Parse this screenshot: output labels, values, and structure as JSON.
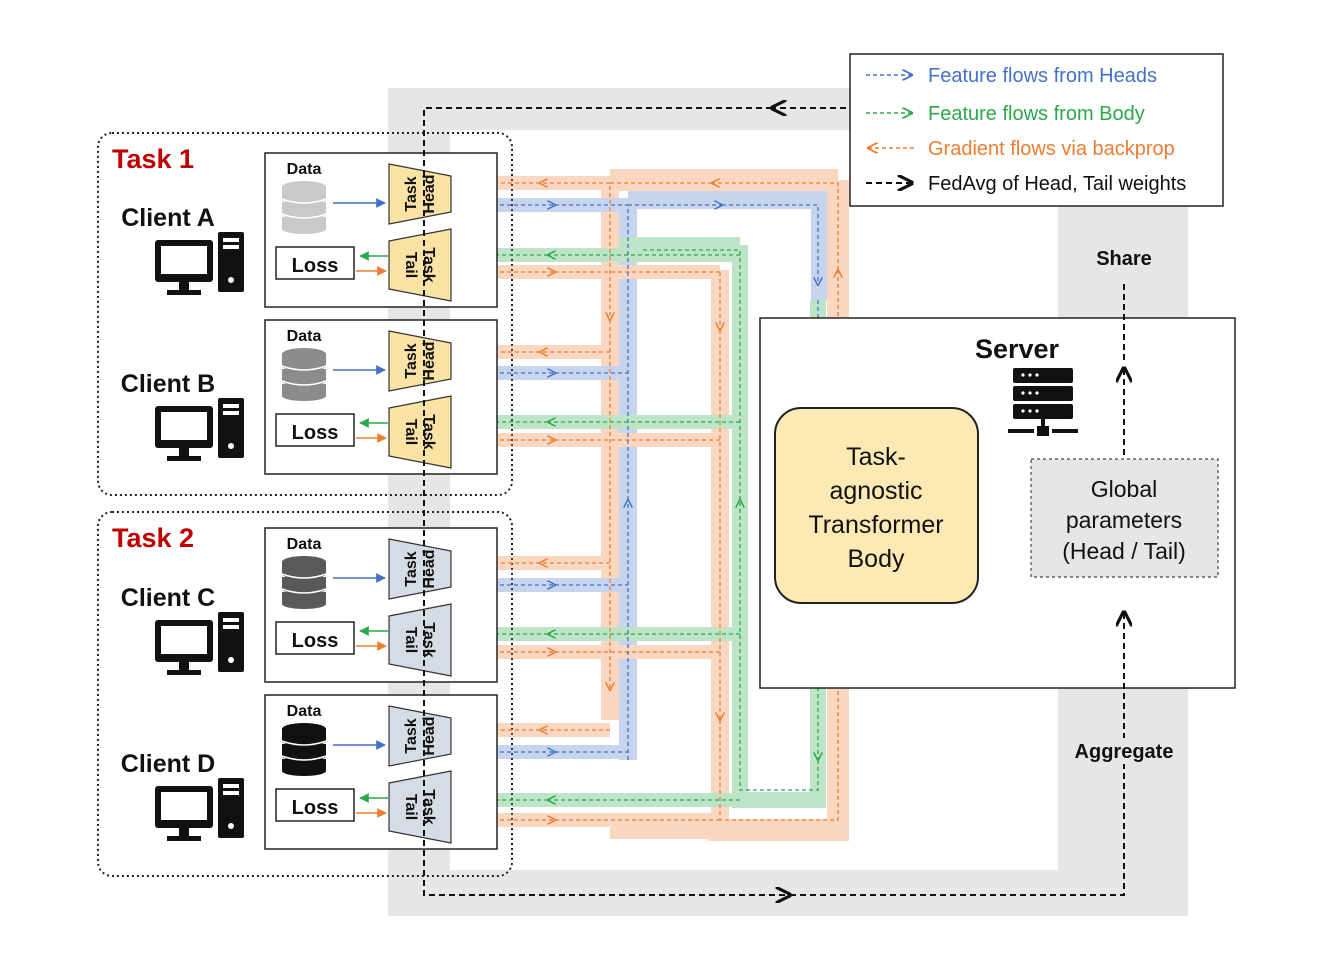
{
  "legend": {
    "items": [
      {
        "label": "Feature flows from Heads",
        "color": "#4472c4",
        "style": "dashed"
      },
      {
        "label": "Feature flows from Body",
        "color": "#2ca84a",
        "style": "dashed"
      },
      {
        "label": "Gradient flows via backprop",
        "color": "#ed7d31",
        "style": "dashed"
      },
      {
        "label": "FedAvg of Head, Tail weights",
        "color": "#111111",
        "style": "dashed-bold"
      }
    ]
  },
  "tasks": [
    {
      "label": "Task 1",
      "color": "#c00000",
      "block_color": "#fbe3a6"
    },
    {
      "label": "Task 2",
      "color": "#c00000",
      "block_color": "#d6dce6"
    }
  ],
  "clients": [
    {
      "name": "Client A",
      "data_label": "Data",
      "loss_label": "Loss",
      "head_label": "Task Head",
      "tail_label": "Task Tail",
      "db_color": "#c9c9c9"
    },
    {
      "name": "Client B",
      "data_label": "Data",
      "loss_label": "Loss",
      "head_label": "Task Head",
      "tail_label": "Task Tail",
      "db_color": "#8c8c8c"
    },
    {
      "name": "Client C",
      "data_label": "Data",
      "loss_label": "Loss",
      "head_label": "Task Head",
      "tail_label": "Task Tail",
      "db_color": "#595959"
    },
    {
      "name": "Client D",
      "data_label": "Data",
      "loss_label": "Loss",
      "head_label": "Task Head",
      "tail_label": "Task Tail",
      "db_color": "#111111"
    }
  ],
  "server": {
    "title": "Server",
    "body_lines": [
      "Task-",
      "agnostic",
      "Transformer",
      "Body"
    ],
    "global_lines": [
      "Global",
      "parameters",
      "(Head / Tail)"
    ],
    "share_label": "Share",
    "aggregate_label": "Aggregate"
  },
  "icons": [
    "database-icon",
    "computer-icon",
    "server-icon"
  ]
}
